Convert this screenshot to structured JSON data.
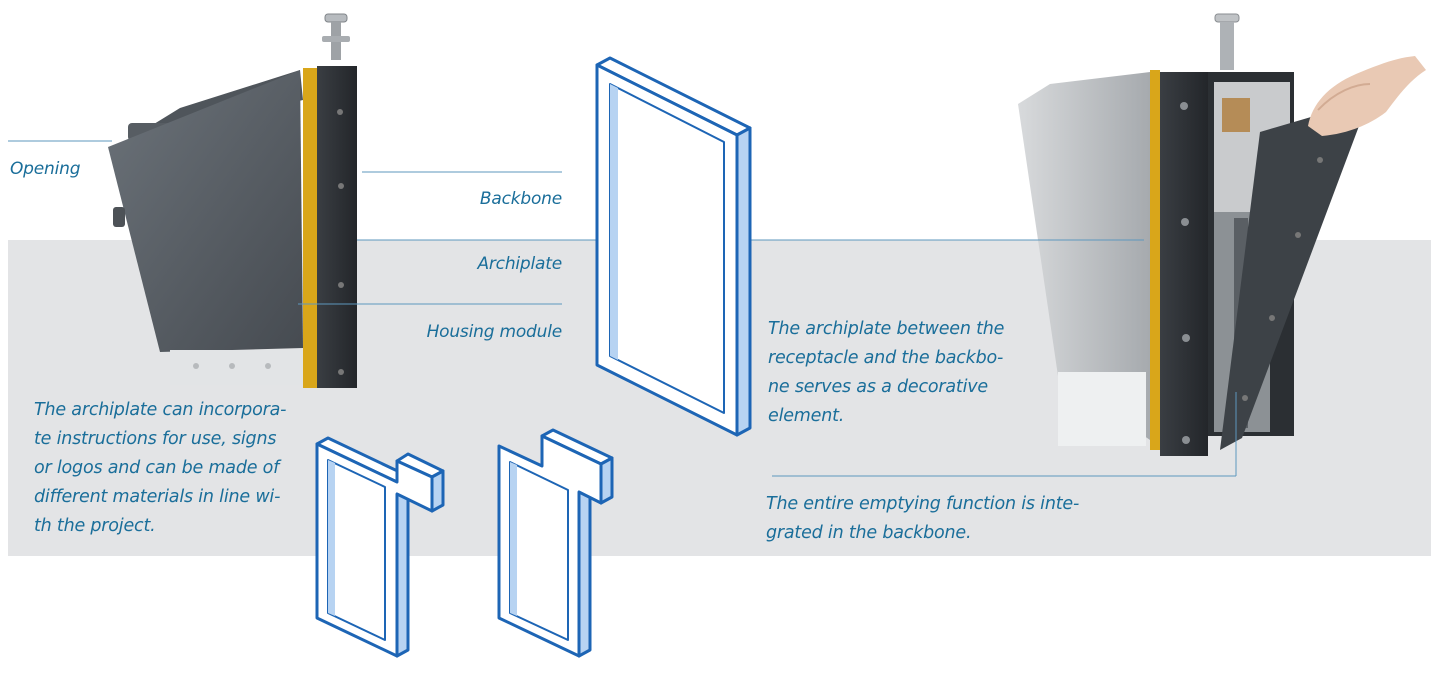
{
  "labels": {
    "opening": "Opening",
    "backbone": "Backbone",
    "archiplate": "Archiplate",
    "housing_module": "Housing module"
  },
  "captions": {
    "archiplate_materials": "The archiplate can incorpora-\nte instructions for use, signs\nor logos and can be made of\ndifferent materials in line wi-\nth the project.",
    "archiplate_decorative": "The archiplate between the\nreceptacle and the backbo-\nne serves as a decorative\nelement.",
    "emptying_function": "The entire emptying function is inte-\ngrated in the backbone."
  },
  "colors": {
    "text": "#1a6e9a",
    "line": "#5d97bd",
    "band": "#e3e4e6",
    "frame_stroke": "#1d65b5",
    "frame_fill": "#b7d3f2",
    "housing": "#5b6168",
    "backbone_strip": "#d9a61a"
  }
}
